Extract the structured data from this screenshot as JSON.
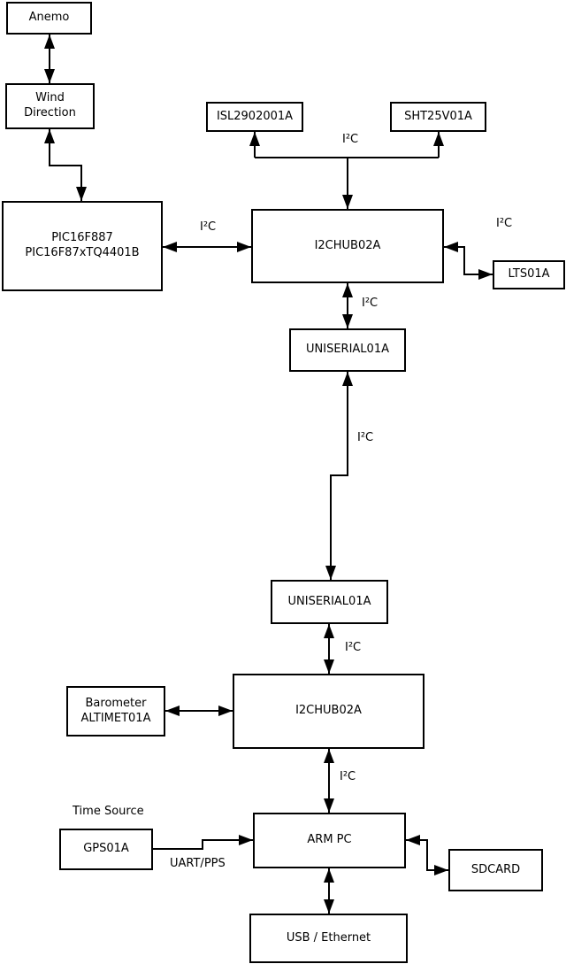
{
  "diagram": {
    "background_color": "#ffffff",
    "line_color": "#000000",
    "box_fill_color": "#ffffff",
    "nodes": {
      "anemo": {
        "label": "Anemo"
      },
      "wind": {
        "label": "Wind\nDirection"
      },
      "pic": {
        "label": "PIC16F887\nPIC16F87xTQ4401B"
      },
      "isl": {
        "label": "ISL2902001A"
      },
      "sht": {
        "label": "SHT25V01A"
      },
      "hub1": {
        "label": "I2CHUB02A"
      },
      "lts": {
        "label": "LTS01A"
      },
      "uni1": {
        "label": "UNISERIAL01A"
      },
      "uni2": {
        "label": "UNISERIAL01A"
      },
      "hub2": {
        "label": "I2CHUB02A"
      },
      "baro": {
        "label": "Barometer\nALTIMET01A"
      },
      "gps": {
        "label": "GPS01A"
      },
      "arm": {
        "label": "ARM PC"
      },
      "sdcard": {
        "label": "SDCARD"
      },
      "usb": {
        "label": "USB / Ethernet"
      }
    },
    "i2c_labels": [
      "I²C",
      "I²C",
      "I²C",
      "I²C",
      "I²C",
      "I²C",
      "I²C"
    ],
    "annotations": {
      "time_source": "Time Source",
      "uart_pps": "UART/PPS"
    },
    "edges": [
      {
        "from": "Anemo",
        "to": "Wind Direction",
        "bidirectional": true
      },
      {
        "from": "Wind Direction",
        "to": "PIC16F887 PIC16F87xTQ4401B",
        "bidirectional": true
      },
      {
        "from": "PIC16F887 PIC16F87xTQ4401B",
        "to": "I2CHUB02A (upper)",
        "label": "I²C",
        "bidirectional": true
      },
      {
        "from": "I2CHUB02A (upper)",
        "to": "ISL2902001A",
        "label": "I²C",
        "bidirectional": false
      },
      {
        "from": "I2CHUB02A (upper)",
        "to": "SHT25V01A",
        "label": "I²C",
        "bidirectional": false
      },
      {
        "from": "I2CHUB02A (upper)",
        "to": "LTS01A",
        "label": "I²C",
        "bidirectional": true
      },
      {
        "from": "I2CHUB02A (upper)",
        "to": "UNISERIAL01A (upper)",
        "label": "I²C",
        "bidirectional": true
      },
      {
        "from": "UNISERIAL01A (upper)",
        "to": "UNISERIAL01A (lower)",
        "label": "I²C",
        "bidirectional": true
      },
      {
        "from": "UNISERIAL01A (lower)",
        "to": "I2CHUB02A (lower)",
        "label": "I²C",
        "bidirectional": true
      },
      {
        "from": "Barometer ALTIMET01A",
        "to": "I2CHUB02A (lower)",
        "label": "I²C",
        "bidirectional": true
      },
      {
        "from": "I2CHUB02A (lower)",
        "to": "ARM PC",
        "label": "I²C",
        "bidirectional": true
      },
      {
        "from": "GPS01A",
        "to": "ARM PC",
        "label": "UART/PPS",
        "bidirectional": false
      },
      {
        "from": "ARM PC",
        "to": "SDCARD",
        "bidirectional": true
      },
      {
        "from": "ARM PC",
        "to": "USB / Ethernet",
        "bidirectional": true
      }
    ]
  }
}
